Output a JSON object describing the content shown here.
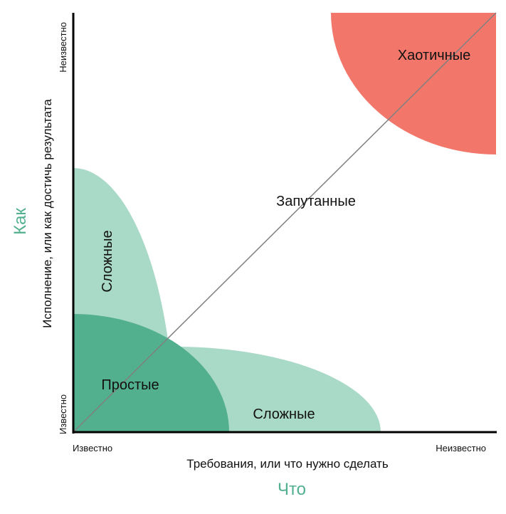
{
  "diagram": {
    "x_axis": {
      "title": "Требования, или что нужно сделать",
      "category": "Что",
      "start_label": "Известно",
      "end_label": "Неизвестно"
    },
    "y_axis": {
      "title": "Исполнение, или как достичь результата",
      "category": "Как",
      "start_label": "Известно",
      "end_label": "Неизвестно"
    },
    "regions": [
      {
        "name": "simple",
        "label": "Простые",
        "color": "#52b08f"
      },
      {
        "name": "complicated-vertical",
        "label": "Сложные",
        "color": "#a9d9c7"
      },
      {
        "name": "complicated-horizontal",
        "label": "Сложные",
        "color": "#a9d9c7"
      },
      {
        "name": "complex",
        "label": "Запутанные",
        "color": "#ffffff"
      },
      {
        "name": "chaotic",
        "label": "Хаотичные",
        "color": "#f2776a"
      }
    ],
    "colors": {
      "accent_green": "#52b08f",
      "axis": "#000000",
      "diagonal": "#808080"
    }
  }
}
